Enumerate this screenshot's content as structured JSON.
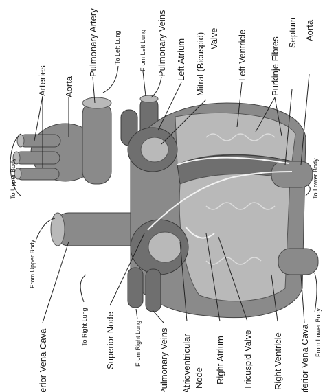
{
  "labels": {
    "arteries": "Arteries",
    "aorta_top": "Aorta",
    "pulmonary_artery": "Pulmonary Artery",
    "to_left_lung": "To Left Lung",
    "from_left_lung": "From Left Lung",
    "pulmonary_veins_left": "Pulmonary Veins",
    "left_atrium": "Left Atrium",
    "mitral_valve_line1": "Mitral (Bicuspid)",
    "mitral_valve_line2": "Valve",
    "left_ventricle": "Left Ventricle",
    "purkinje_fibres": "Purkinje Fibres",
    "septum": "Septum",
    "aorta_right": "Aorta",
    "to_upper_body": "To Upper Body",
    "to_lower_body": "To Lower Body",
    "from_upper_body": "From Upper Body",
    "superior_vena_cava": "Superior Vena Cava",
    "to_right_lung": "To Right Lung",
    "superior_node": "Superior Node",
    "from_right_lung": "From Right Lung",
    "pulmonary_veins_right": "Pulmonary Veins",
    "atrioventricular_line1": "Atrioventricular",
    "atrioventricular_line2": "Node",
    "right_atrium": "Right Atrium",
    "tricuspid_valve": "Tricuspid Valve",
    "right_ventricle": "Right Ventricle",
    "inferior_vena_cava": "Inferior Vena Cava",
    "from_lower_body": "From Lower Body"
  }
}
